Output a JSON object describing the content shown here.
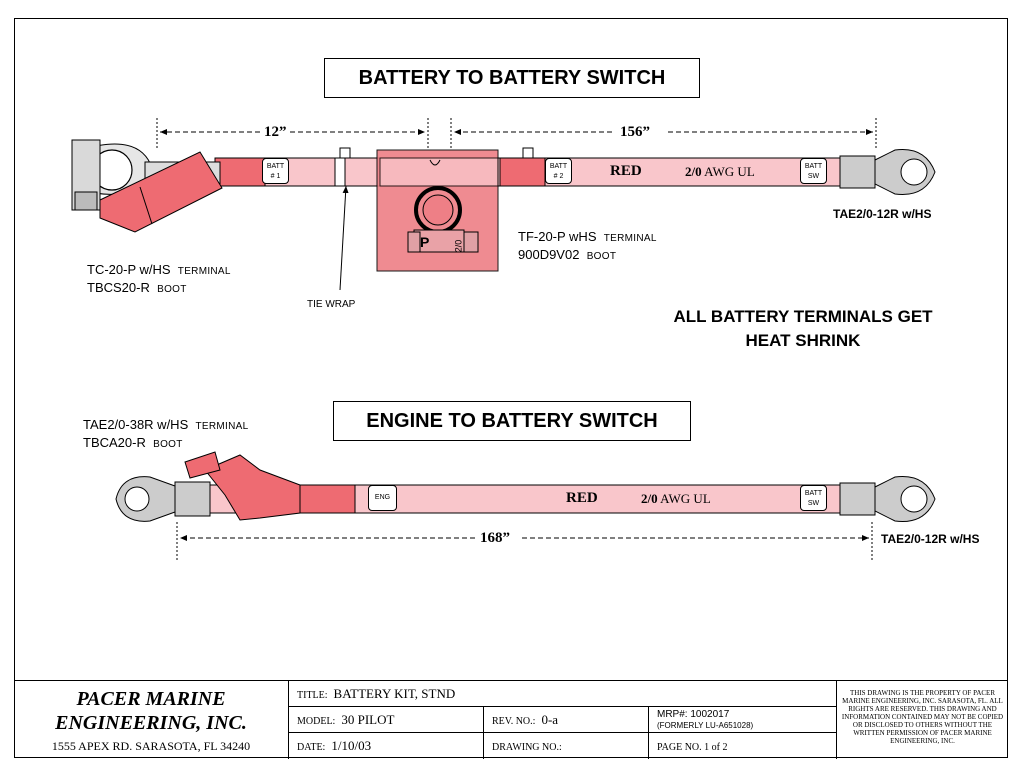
{
  "top": {
    "title": "BATTERY TO BATTERY SWITCH",
    "dim_left": "12”",
    "dim_right": "156”",
    "tags": {
      "batt1": "BATT\n# 1",
      "batt2": "BATT\n# 2",
      "batt_sw": "BATT\nSW"
    },
    "cable_color": "RED",
    "cable_gauge": "2/0",
    "cable_spec": "AWG  UL",
    "ring_terminal_label": "TAE2/0-12R w/HS",
    "boot_center_line1": "TF-20-P wHS",
    "boot_center_line1_small": "TERMINAL",
    "boot_center_line2": "900D9V02",
    "boot_center_line2_small": "BOOT",
    "left_terminal_line1": "TC-20-P w/HS",
    "left_terminal_line1_small": "TERMINAL",
    "left_terminal_line2": "TBCS20-R",
    "left_terminal_line2_small": "BOOT",
    "tie_wrap": "TIE WRAP",
    "stamp_p": "P",
    "stamp_gauge": "2/0"
  },
  "note": {
    "line1": "ALL BATTERY TERMINALS GET",
    "line2": "HEAT  SHRINK"
  },
  "bottom": {
    "title": "ENGINE TO BATTERY SWITCH",
    "terminal_line1": "TAE2/0-38R w/HS",
    "terminal_line1_small": "TERMINAL",
    "terminal_line2": "TBCA20-R",
    "terminal_line2_small": "BOOT",
    "tags": {
      "eng": "ENG",
      "batt_sw": "BATT\nSW"
    },
    "cable_color": "RED",
    "cable_gauge": "2/0",
    "cable_spec": "AWG  UL",
    "dim": "168”",
    "ring_terminal_label": "TAE2/0-12R w/HS"
  },
  "title_block": {
    "company_line1": "PACER MARINE",
    "company_line2": "ENGINEERING, INC.",
    "address": "1555 APEX RD.  SARASOTA, FL  34240",
    "title_key": "TITLE:",
    "title_val": "BATTERY KIT, STND",
    "model_key": "MODEL:",
    "model_val": "30 PILOT",
    "rev_key": "REV. NO.:",
    "rev_val": "0-a",
    "mrp": "MRP#: 1002017",
    "formerly": "(FORMERLY LU-A651028)",
    "date_key": "DATE:",
    "date_val": "1/10/03",
    "drawing_key": "DRAWING NO.:",
    "page": "PAGE NO.  1 of  2",
    "property_notice": "THIS DRAWING IS THE PROPERTY OF PACER MARINE ENGINEERING, INC. SARASOTA, FL.   ALL RIGHTS ARE RESERVED. THIS DRAWING AND INFORMATION CONTAINED MAY NOT BE COPIED OR DISCLOSED TO OTHERS WITHOUT THE WRITTEN PERMISSION OF PACER MARINE ENGINEERING, INC."
  }
}
